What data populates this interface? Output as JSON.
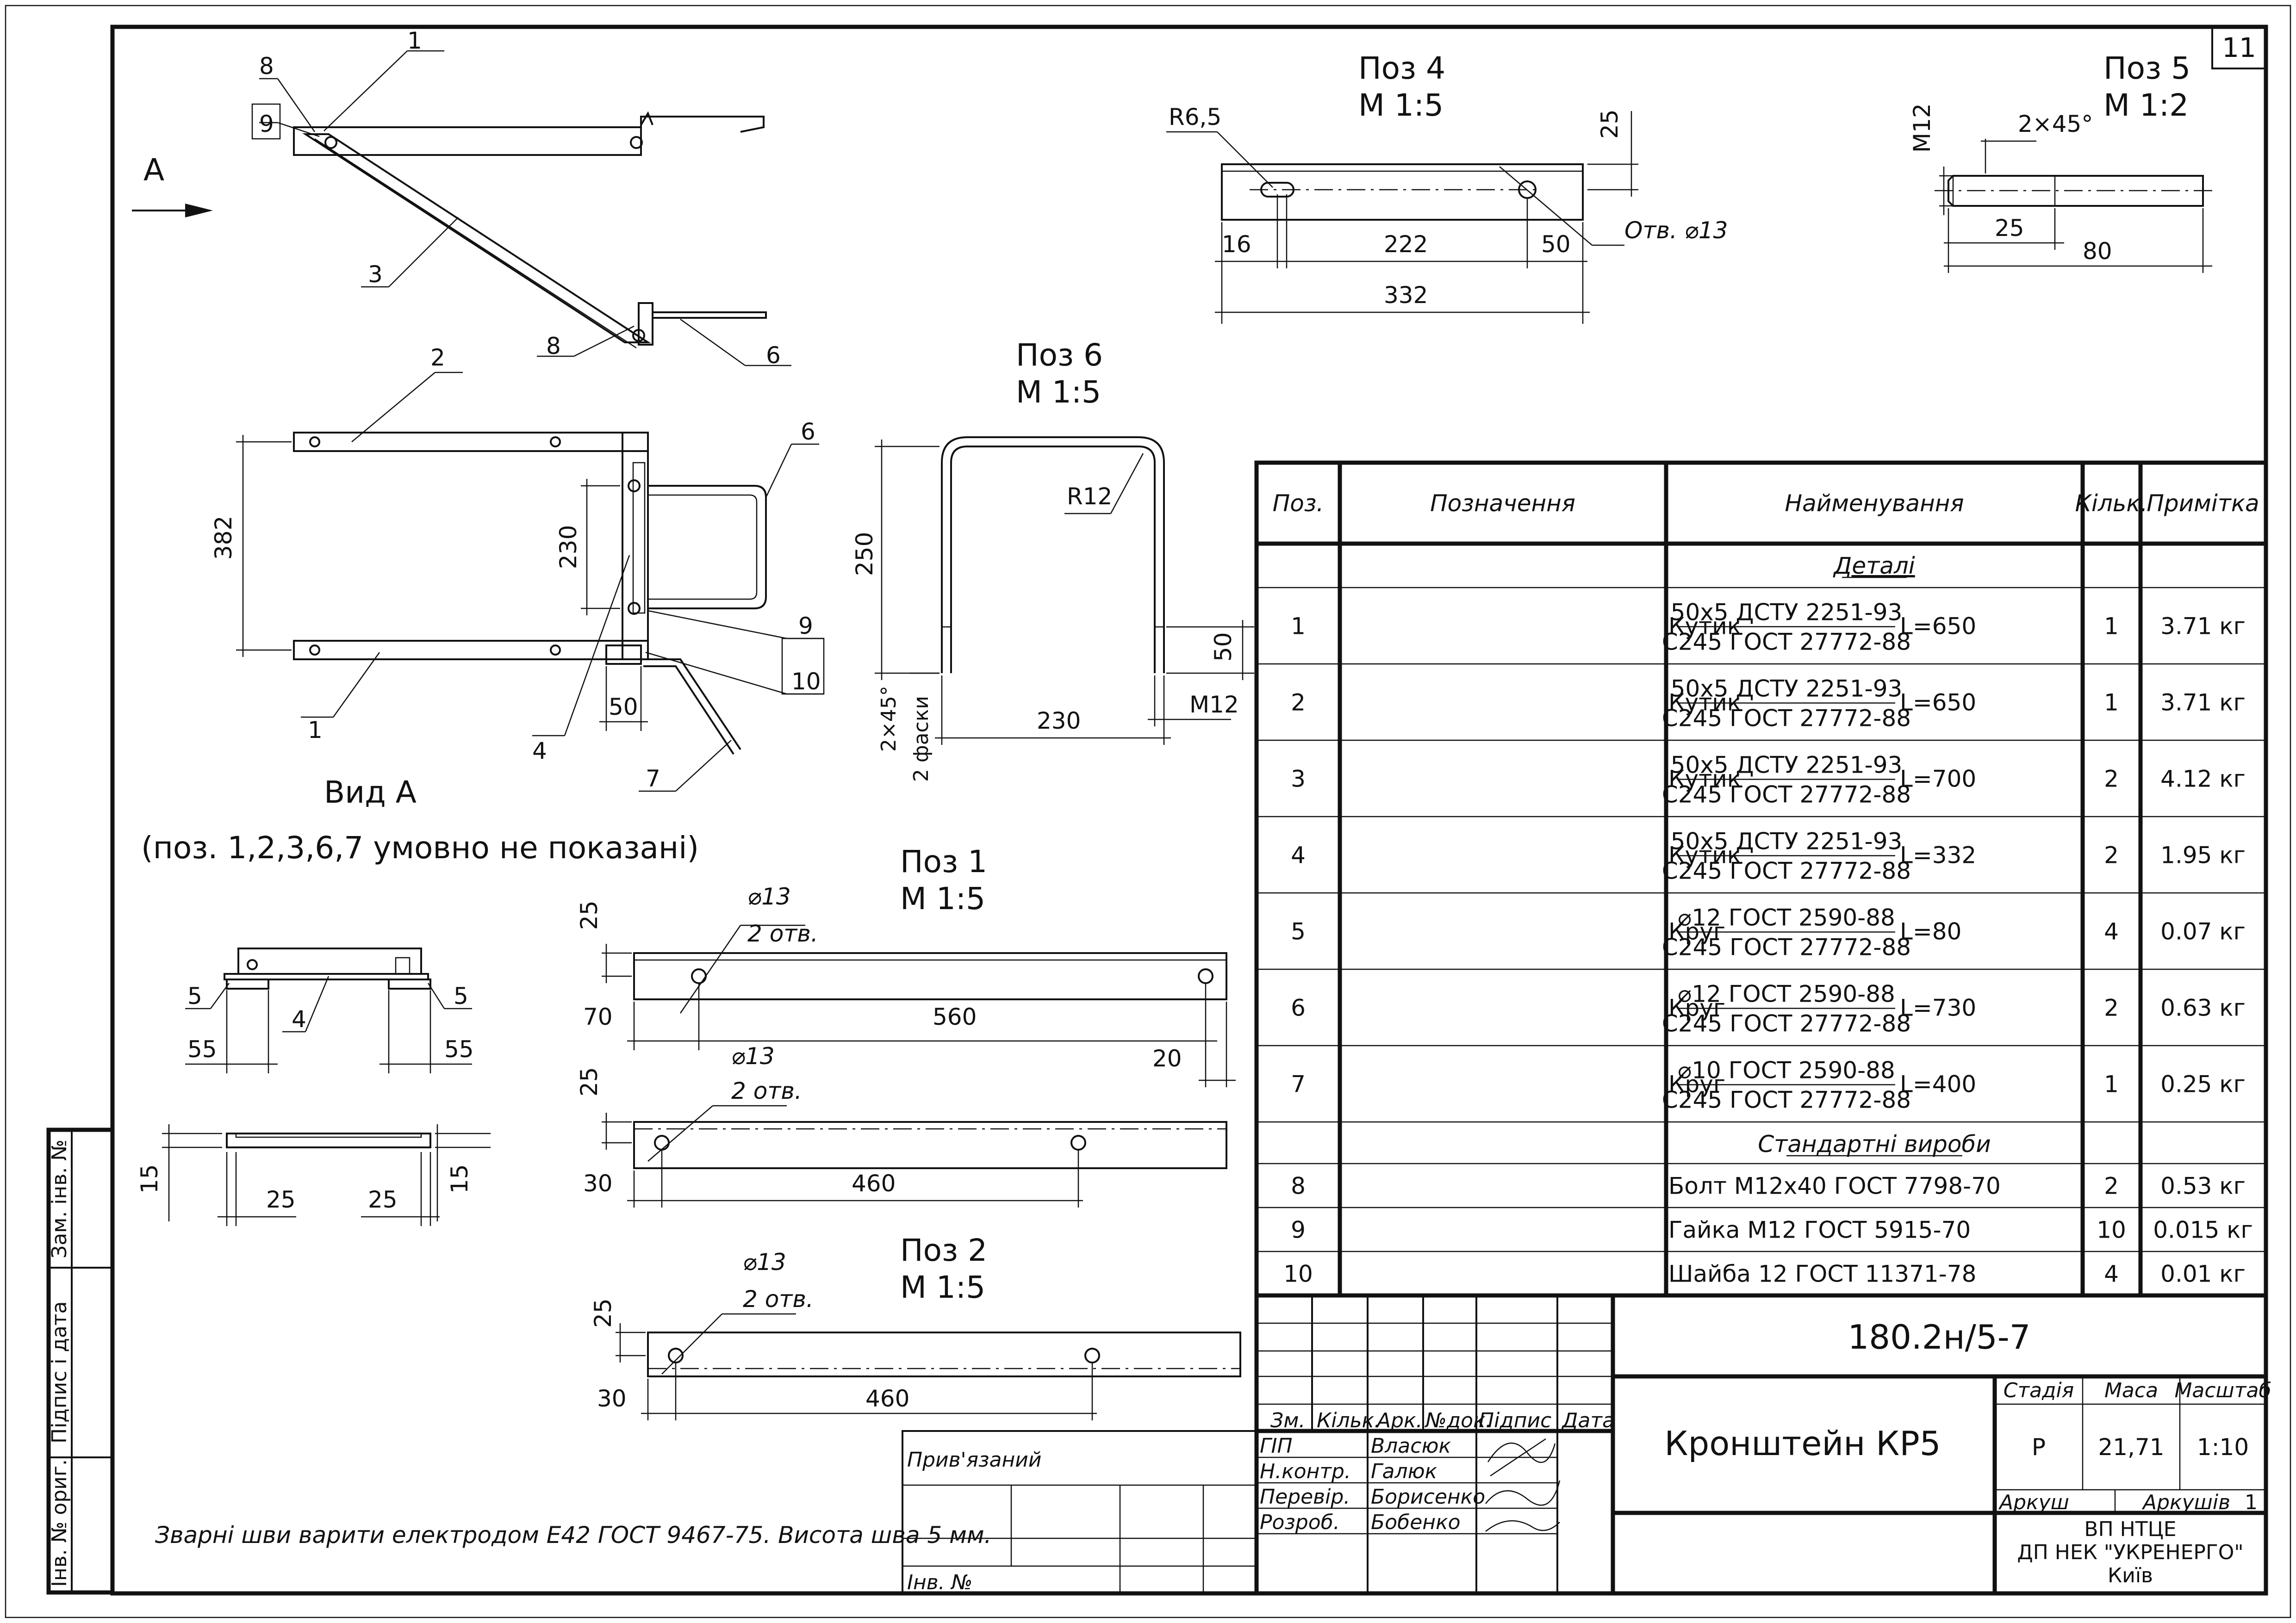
{
  "sheet": {
    "number": "11"
  },
  "assembly": {
    "view_arrow_label": "A",
    "pos_labels": [
      "1",
      "3",
      "2",
      "6",
      "1",
      "4",
      "7",
      "8",
      "9",
      "8",
      "6",
      "9",
      "10",
      "5",
      "4",
      "5"
    ],
    "dim_382": "382",
    "dim_230": "230",
    "dim_50": "50",
    "view_a_title": "Вид А",
    "view_a_note": "(поз. 1,2,3,6,7 умовно не показані)",
    "dim_55_left": "55",
    "dim_55_right": "55",
    "dim_15_left": "15",
    "dim_25_a": "25",
    "dim_25_b": "25",
    "dim_15_right": "15"
  },
  "pos4": {
    "title": "Поз 4",
    "scale": "М 1:5",
    "r": "R6,5",
    "d25": "25",
    "d16": "16",
    "d222": "222",
    "d50": "50",
    "hole": "Отв. ⌀13",
    "d332": "332"
  },
  "pos5": {
    "title": "Поз 5",
    "scale": "М 1:2",
    "m12": "М12",
    "chamfer": "2×45°",
    "d25": "25",
    "d80": "80"
  },
  "pos6": {
    "title": "Поз 6",
    "scale": "М 1:5",
    "r12": "R12",
    "d250": "250",
    "d50": "50",
    "d230": "230",
    "m12": "М12",
    "chamfer": "2×45°",
    "chamfer2": "2 фаски"
  },
  "pos1": {
    "title": "Поз 1",
    "scale": "М 1:5",
    "hole_a": "⌀13",
    "holes_a": "2 отв.",
    "d25a": "25",
    "d70": "70",
    "d560": "560",
    "d20": "20",
    "hole_b": "⌀13",
    "holes_b": "2 отв.",
    "d25b": "25",
    "d30": "30",
    "d460": "460"
  },
  "pos2": {
    "title": "Поз 2",
    "scale": "М 1:5",
    "hole": "⌀13",
    "holes": "2 отв.",
    "d25": "25",
    "d30": "30",
    "d460": "460"
  },
  "weld_note": "Зварні шви варити електродом Е42 ГОСТ 9467-75. Висота шва 5 мм.",
  "side_stamp": [
    "Зам. інв. №",
    "Підпис і дата",
    "Інв. № ориг."
  ],
  "spec": {
    "headers": {
      "pos": "Поз.",
      "designation": "Позначення",
      "name": "Найменування",
      "qty": "Кільк.",
      "note": "Примітка"
    },
    "section_parts": "Деталі",
    "parts": [
      {
        "pos": "1",
        "prefix": "Кутик",
        "top": "50x5 ДСТУ 2251-93",
        "bottom": "С245 ГОСТ 27772-88",
        "len": "L=650",
        "qty": "1",
        "note": "3.71 кг"
      },
      {
        "pos": "2",
        "prefix": "Кутик",
        "top": "50x5 ДСТУ 2251-93",
        "bottom": "С245 ГОСТ 27772-88",
        "len": "L=650",
        "qty": "1",
        "note": "3.71 кг"
      },
      {
        "pos": "3",
        "prefix": "Кутик",
        "top": "50x5 ДСТУ 2251-93",
        "bottom": "С245 ГОСТ 27772-88",
        "len": "L=700",
        "qty": "2",
        "note": "4.12 кг"
      },
      {
        "pos": "4",
        "prefix": "Кутик",
        "top": "50x5 ДСТУ 2251-93",
        "bottom": "С245 ГОСТ 27772-88",
        "len": "L=332",
        "qty": "2",
        "note": "1.95 кг"
      },
      {
        "pos": "5",
        "prefix": "Круг",
        "top": "⌀12 ГОСТ 2590-88",
        "bottom": "С245 ГОСТ 27772-88",
        "len": "L=80",
        "qty": "4",
        "note": "0.07 кг"
      },
      {
        "pos": "6",
        "prefix": "Круг",
        "top": "⌀12 ГОСТ 2590-88",
        "bottom": "С245 ГОСТ 27772-88",
        "len": "L=730",
        "qty": "2",
        "note": "0.63 кг"
      },
      {
        "pos": "7",
        "prefix": "Круг",
        "top": "⌀10 ГОСТ 2590-88",
        "bottom": "С245 ГОСТ 27772-88",
        "len": "L=400",
        "qty": "1",
        "note": "0.25 кг"
      }
    ],
    "section_standard": "Стандартні вироби",
    "standard": [
      {
        "pos": "8",
        "name": "Болт М12х40 ГОСТ 7798-70",
        "qty": "2",
        "note": "0.53 кг"
      },
      {
        "pos": "9",
        "name": "Гайка М12 ГОСТ 5915-70",
        "qty": "10",
        "note": "0.015 кг"
      },
      {
        "pos": "10",
        "name": "Шайба 12 ГОСТ 11371-78",
        "qty": "4",
        "note": "0.01 кг"
      }
    ]
  },
  "title_block": {
    "doc_code": "180.2н/5-7",
    "product": "Кронштейн КР5",
    "col_headers": [
      "Зм.",
      "Кільк.",
      "Арк.",
      "№док.",
      "Підпис",
      "Дата"
    ],
    "roles": [
      "ГІП",
      "Н.контр.",
      "Перевір.",
      "Розроб."
    ],
    "names": [
      "Власюк",
      "Галюк",
      "Борисенко",
      "Бобенко"
    ],
    "stage_label": "Стадія",
    "mass_label": "Маса",
    "scale_label": "Масштаб",
    "stage": "Р",
    "mass": "21,71",
    "scale": "1:10",
    "sheet_label": "Аркуш",
    "sheets_label": "Аркушів",
    "sheets": "1",
    "org1": "ВП НТЦЕ",
    "org2": "ДП НЕК \"УКРЕНЕРГО\"",
    "city": "Київ",
    "linked": "Прив'язаний",
    "inv": "Інв. №"
  }
}
